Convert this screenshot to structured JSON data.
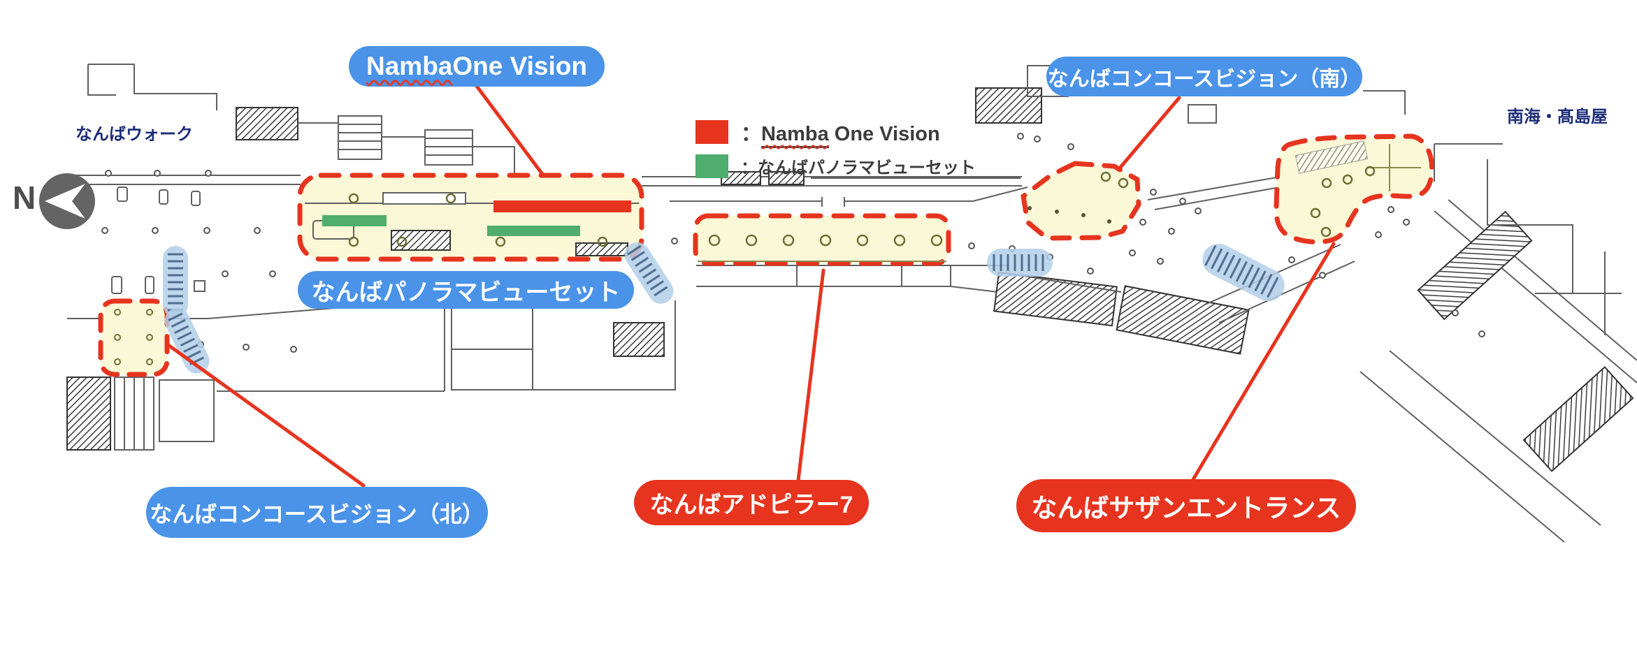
{
  "map": {
    "compass_label": "N",
    "area_labels": {
      "namba_walk": "なんばウォーク",
      "nankai_takashimaya": "南海・髙島屋"
    },
    "legend": {
      "items": [
        {
          "name": "namba-one-vision",
          "swatch_color": "#e6341f",
          "colon": "：",
          "emphasized": "Namba",
          "rest": " One Vision"
        },
        {
          "name": "panorama-view-set",
          "swatch_color": "#4fae6d",
          "colon": "：",
          "rest": "なんばパノラマビューセット"
        }
      ]
    },
    "callouts": {
      "namba_one_vision": {
        "emphasized": "Namba",
        "rest": " One Vision",
        "color": "blue"
      },
      "concourse_vision_south": {
        "text": "なんばコンコースビジョン（南）",
        "color": "blue"
      },
      "panorama_view_set": {
        "text": "なんばパノラマビューセット",
        "color": "blue"
      },
      "concourse_vision_north": {
        "text": "なんばコンコースビジョン（北）",
        "color": "blue"
      },
      "ad_pillar_7": {
        "text": "なんばアドピラー7",
        "color": "red"
      },
      "southern_entrance": {
        "text": "なんばサザンエントランス",
        "color": "red"
      }
    },
    "colors": {
      "callout_blue": "#4a93e8",
      "callout_red": "#e6341f",
      "highlight_yellow": "#fbf8d7",
      "escalator_blue": "#b3cfe9",
      "legend_red": "#e6341f",
      "legend_green": "#4fae6d",
      "navy_text": "#1c2d78",
      "compass_gray": "#646464"
    }
  }
}
